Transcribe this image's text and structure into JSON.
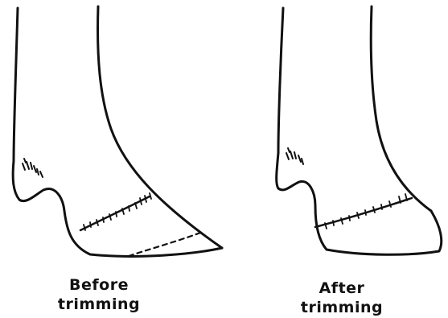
{
  "figures": [
    {
      "caption_line1": "Before",
      "caption_line2": "trimming"
    },
    {
      "caption_line1": "After",
      "caption_line2": "trimming"
    }
  ],
  "colors": {
    "ink": "#111111",
    "background": "#ffffff"
  }
}
